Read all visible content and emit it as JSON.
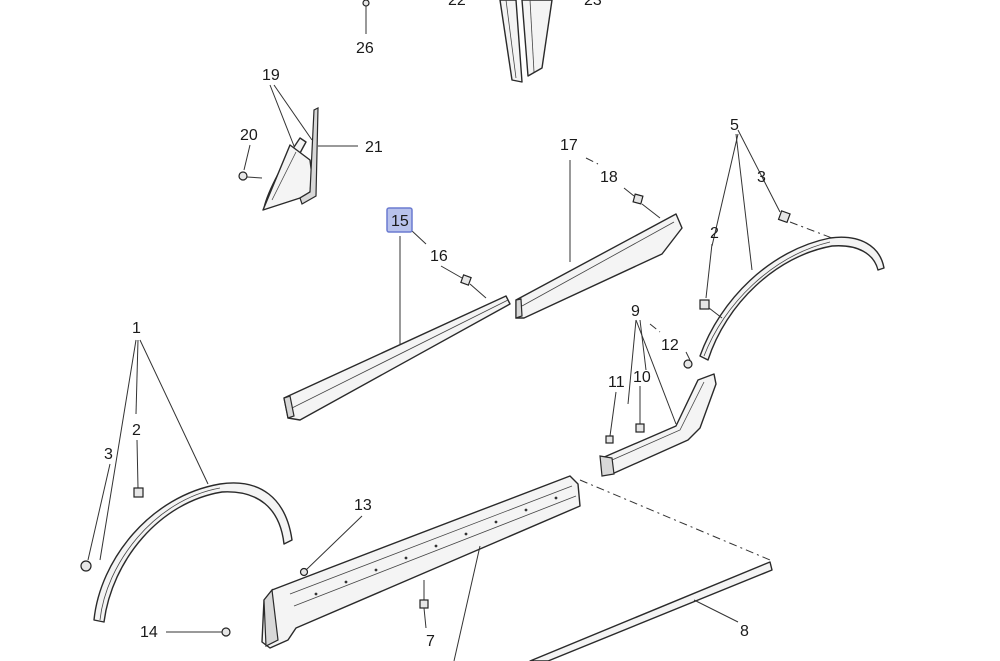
{
  "callouts": [
    {
      "id": "c26",
      "label": "26"
    },
    {
      "id": "c22",
      "label": "22"
    },
    {
      "id": "c23",
      "label": "23"
    },
    {
      "id": "c19",
      "label": "19"
    },
    {
      "id": "c20",
      "label": "20"
    },
    {
      "id": "c21",
      "label": "21"
    },
    {
      "id": "c17",
      "label": "17"
    },
    {
      "id": "c18",
      "label": "18"
    },
    {
      "id": "c15",
      "label": "15",
      "highlighted": true
    },
    {
      "id": "c16",
      "label": "16"
    },
    {
      "id": "c5",
      "label": "5"
    },
    {
      "id": "c3a",
      "label": "3"
    },
    {
      "id": "c2a",
      "label": "2"
    },
    {
      "id": "c9",
      "label": "9"
    },
    {
      "id": "c12",
      "label": "12"
    },
    {
      "id": "c11",
      "label": "11"
    },
    {
      "id": "c10",
      "label": "10"
    },
    {
      "id": "c1",
      "label": "1"
    },
    {
      "id": "c2b",
      "label": "2"
    },
    {
      "id": "c3b",
      "label": "3"
    },
    {
      "id": "c13",
      "label": "13"
    },
    {
      "id": "c14",
      "label": "14"
    },
    {
      "id": "c7",
      "label": "7"
    },
    {
      "id": "c8",
      "label": "8"
    }
  ],
  "colors": {
    "highlight_fill": "#b8c2ec",
    "highlight_stroke": "#6b7bd0",
    "line": "#2a2a2a"
  }
}
